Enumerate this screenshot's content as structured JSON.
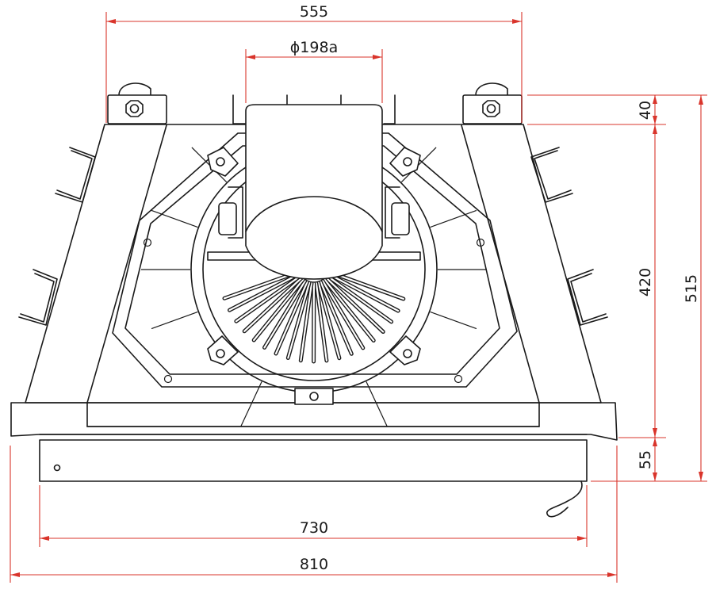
{
  "drawing": {
    "dim_color": "#d9342b",
    "line_color": "#1a1a1a",
    "dimensions": {
      "top_width": "555",
      "outlet_diameter": "ϕ198a",
      "bracket_height": "40",
      "body_height": "420",
      "total_height": "515",
      "base_height": "55",
      "base_width": "730",
      "overall_width": "810"
    }
  }
}
